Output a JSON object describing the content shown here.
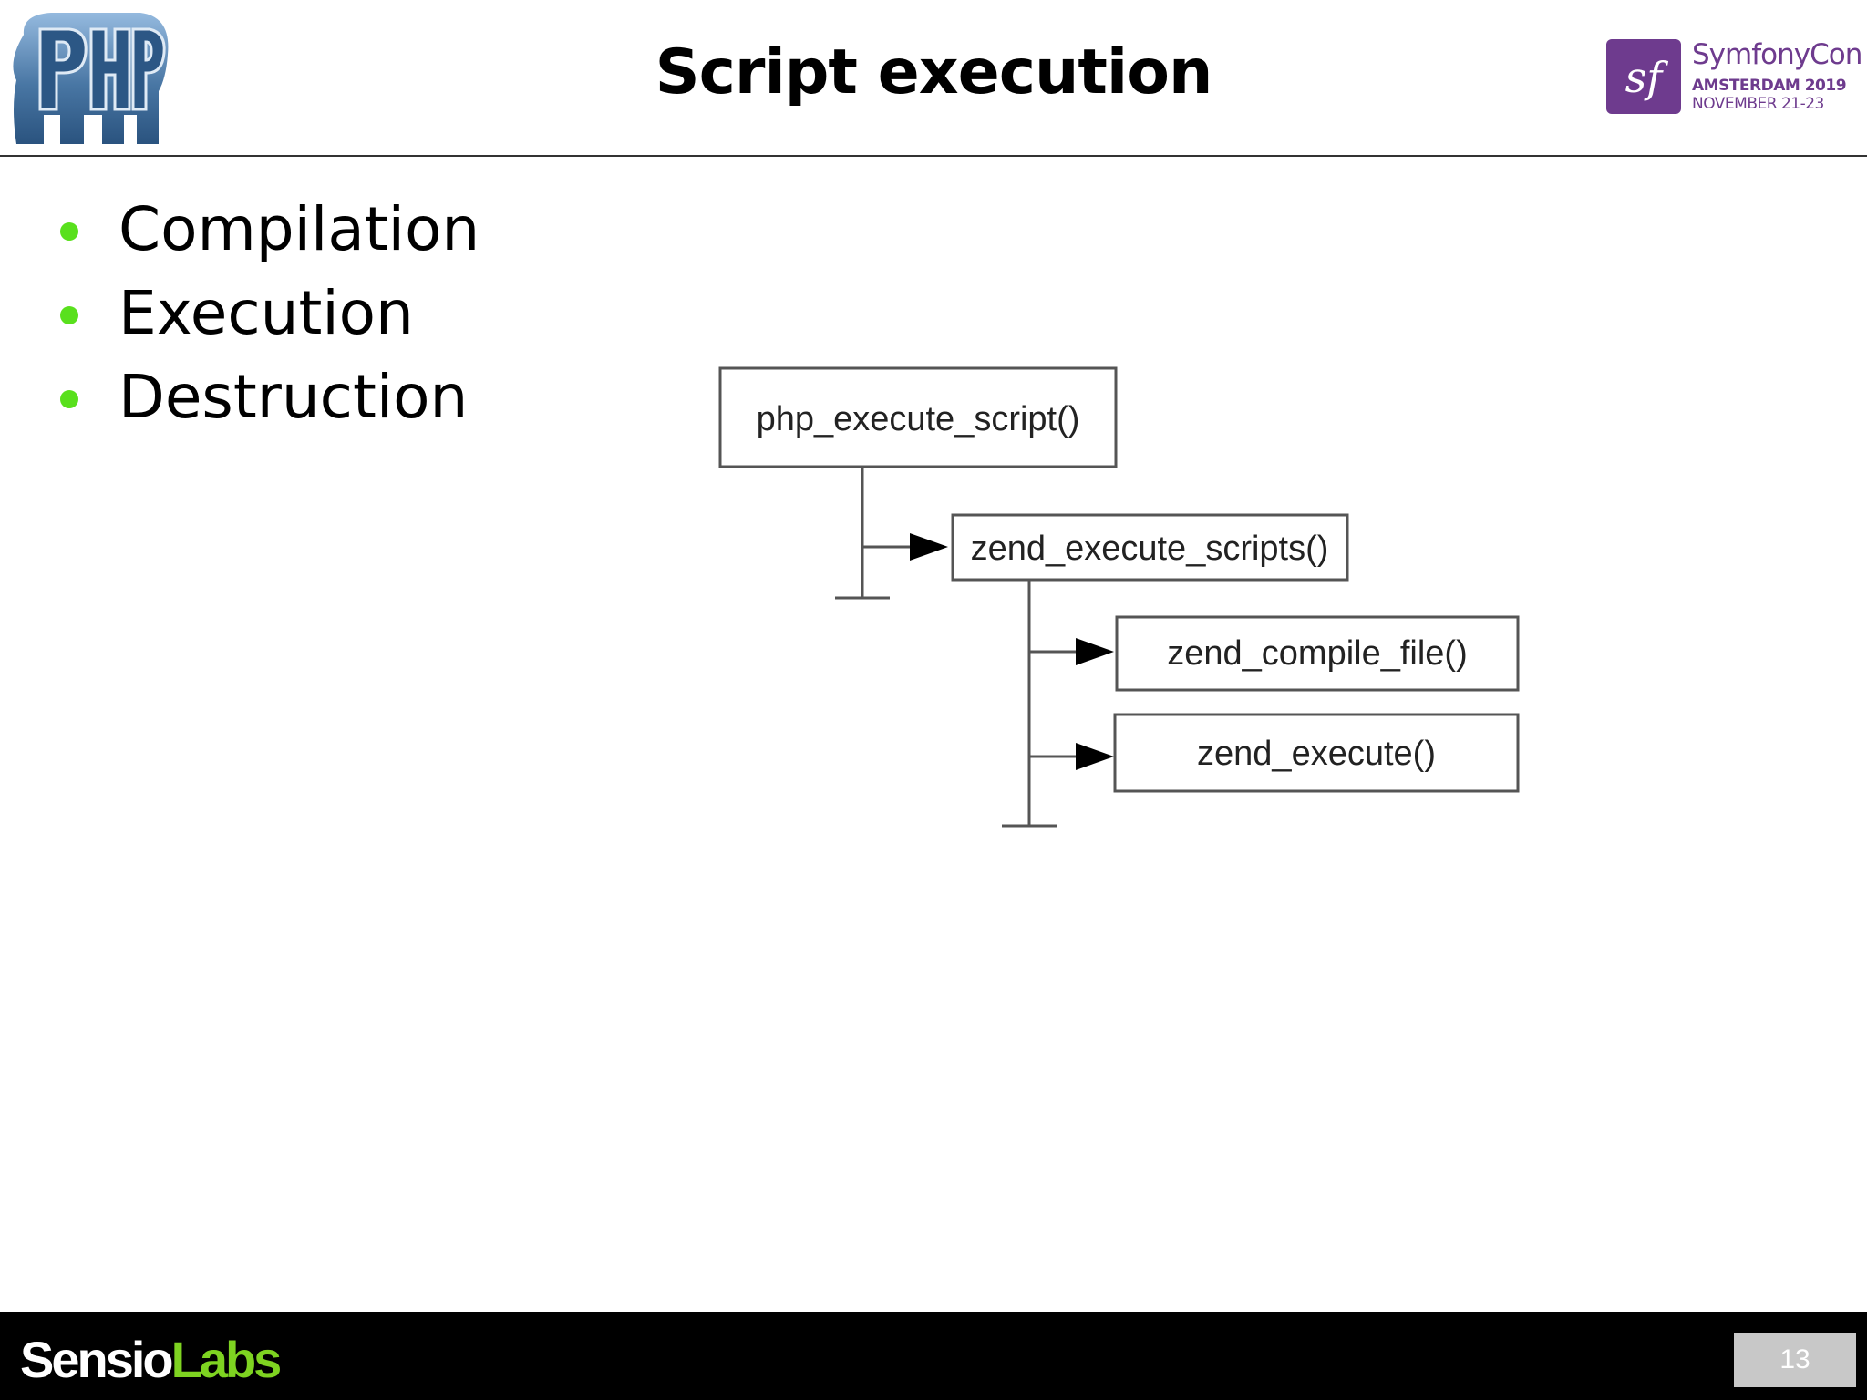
{
  "header": {
    "title": "Script execution",
    "logo_left": {
      "icon": "php-elephant-logo",
      "text": "PHP"
    },
    "logo_right": {
      "icon": "symfony-sf-logo",
      "text": "sf",
      "name": "SymfonyCon",
      "city": "AMSTERDAM 2019",
      "dates": "NOVEMBER 21-23"
    }
  },
  "bullets": [
    {
      "label": "Compilation"
    },
    {
      "label": "Execution"
    },
    {
      "label": "Destruction"
    }
  ],
  "diagram": {
    "nodes": [
      {
        "label": "php_execute_script()"
      },
      {
        "label": "zend_execute_scripts()"
      },
      {
        "label": "zend_compile_file()"
      },
      {
        "label": "zend_execute()"
      }
    ]
  },
  "footer": {
    "brand_part1": "Sensio",
    "brand_part2": "Labs",
    "page_number": "13"
  },
  "colors": {
    "bullet": "#59e01d",
    "symfony_purple": "#6e3b8e",
    "brand_green": "#7ed321",
    "footer_bg": "#000000"
  }
}
